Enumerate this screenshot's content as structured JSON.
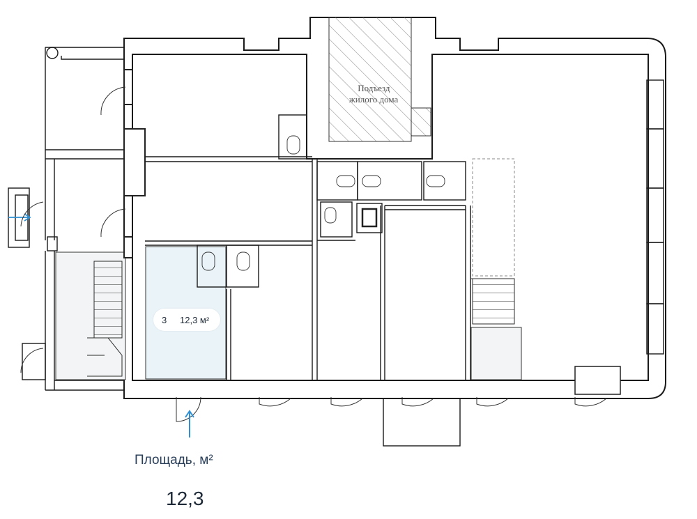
{
  "entrance_label": "Подъезд\nжилого дома",
  "selected_room": {
    "number": "3",
    "area": "12,3 м²",
    "highlight_color": "#e9f3f8",
    "arrow_color": "#2f8fd0"
  },
  "info": {
    "area_label": "Площадь, м²",
    "area_value": "12,3"
  },
  "icons": [
    "arrow-up-icon",
    "arrow-right-icon"
  ]
}
